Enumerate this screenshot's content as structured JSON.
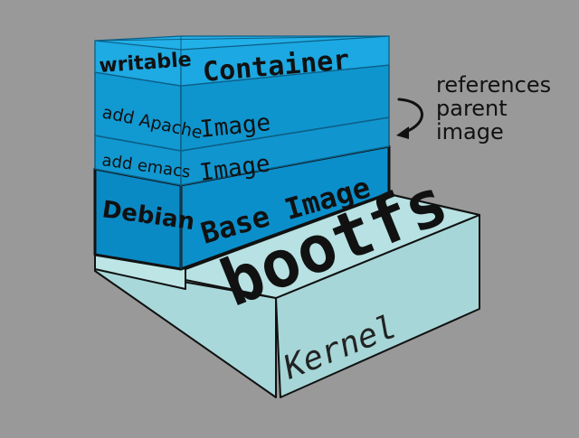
{
  "layers": {
    "container": {
      "left_label": "writable",
      "main_label": "Container"
    },
    "apache": {
      "left_label": "add Apache",
      "main_label": "Image"
    },
    "emacs": {
      "left_label": "add emacs",
      "main_label": "Image"
    },
    "base": {
      "left_label": "Debian",
      "main_label": "Base Image"
    },
    "bootfs": {
      "main_label": "bootfs"
    },
    "kernel": {
      "main_label": "Kernel"
    }
  },
  "annotation": {
    "lines": [
      "references",
      "parent",
      "image"
    ]
  },
  "colors": {
    "background": "#999999",
    "layer_blue": "#0f90c8",
    "layer_top": "#1eabe4",
    "container_blue": "#1aa7e3",
    "kernel_front": "#a8d8da",
    "kernel_top": "#b8e2e3",
    "outline": "#111111"
  },
  "icons": [
    "curved-arrow-icon"
  ]
}
